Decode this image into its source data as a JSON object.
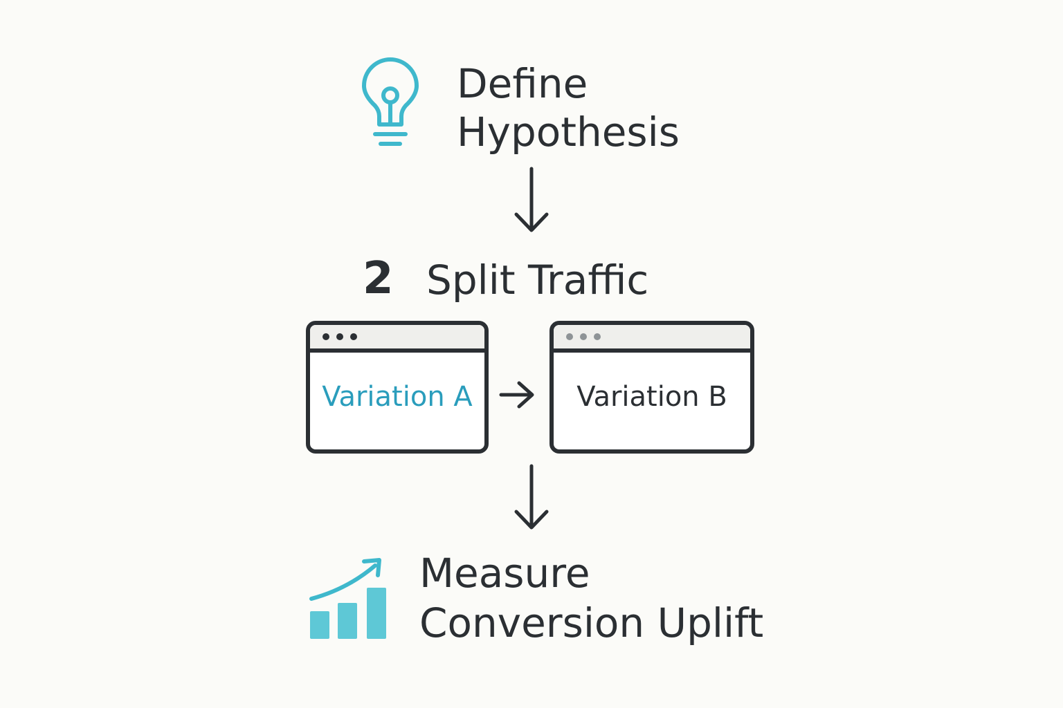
{
  "colors": {
    "background": "#fbfbf8",
    "text": "#2b2f33",
    "accent": "#3fb8cc",
    "accent_text": "#2a9dbc",
    "muted_dot": "#8e9396"
  },
  "steps": [
    {
      "title_line1": "Define",
      "title_line2": "Hypothesis",
      "icon": "lightbulb-icon"
    },
    {
      "number": "2",
      "title": "Split Traffic"
    },
    {
      "title_line1": "Measure",
      "title_line2": "Conversion Uplift",
      "icon": "growth-bar-chart-icon"
    }
  ],
  "variations": [
    {
      "label": "Variation A"
    },
    {
      "label": "Variation B"
    }
  ],
  "connectors": [
    "arrow-down-icon",
    "arrow-right-icon",
    "arrow-down-icon"
  ]
}
